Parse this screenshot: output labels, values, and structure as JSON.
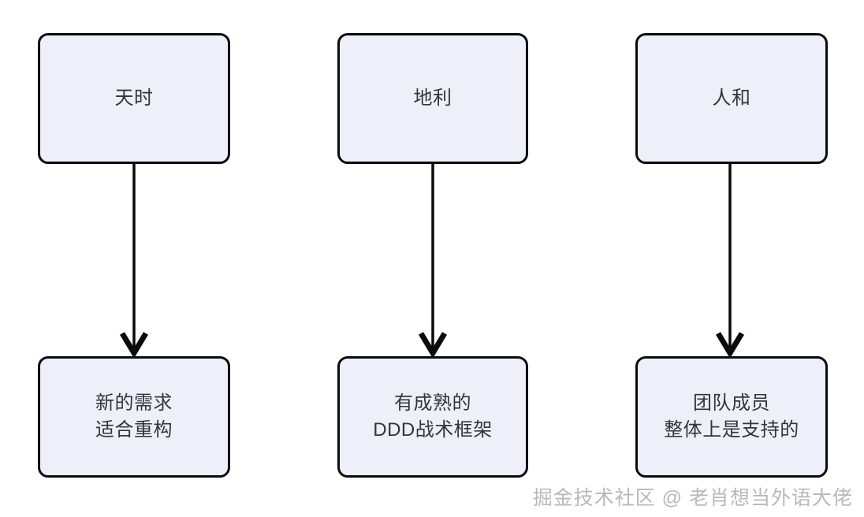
{
  "diagram": {
    "type": "flowchart",
    "orientation": "top-to-bottom",
    "columns": [
      {
        "id": "column-1",
        "top_node": {
          "lines": [
            "天时"
          ]
        },
        "bottom_node": {
          "lines": [
            "新的需求",
            "适合重构"
          ]
        },
        "connector": {
          "from": "天时",
          "to": "新的需求 适合重构",
          "arrow": "down-arrow"
        }
      },
      {
        "id": "column-2",
        "top_node": {
          "lines": [
            "地利"
          ]
        },
        "bottom_node": {
          "lines": [
            "有成熟的",
            "DDD战术框架"
          ]
        },
        "connector": {
          "from": "地利",
          "to": "有成熟的 DDD战术框架",
          "arrow": "down-arrow"
        }
      },
      {
        "id": "column-3",
        "top_node": {
          "lines": [
            "人和"
          ]
        },
        "bottom_node": {
          "lines": [
            "团队成员",
            "整体上是支持的"
          ]
        },
        "connector": {
          "from": "人和",
          "to": "团队成员 整体上是支持的",
          "arrow": "down-arrow"
        }
      }
    ],
    "colors": {
      "node_fill": "#edf0f9",
      "node_border": "#0b0b0d",
      "node_text": "#2f3640",
      "connector": "#0b0b0d",
      "background": "#ffffff",
      "watermark_text": "#b9b9b9"
    }
  },
  "watermark": {
    "text": "掘金技术社区 @ 老肖想当外语大佬"
  }
}
